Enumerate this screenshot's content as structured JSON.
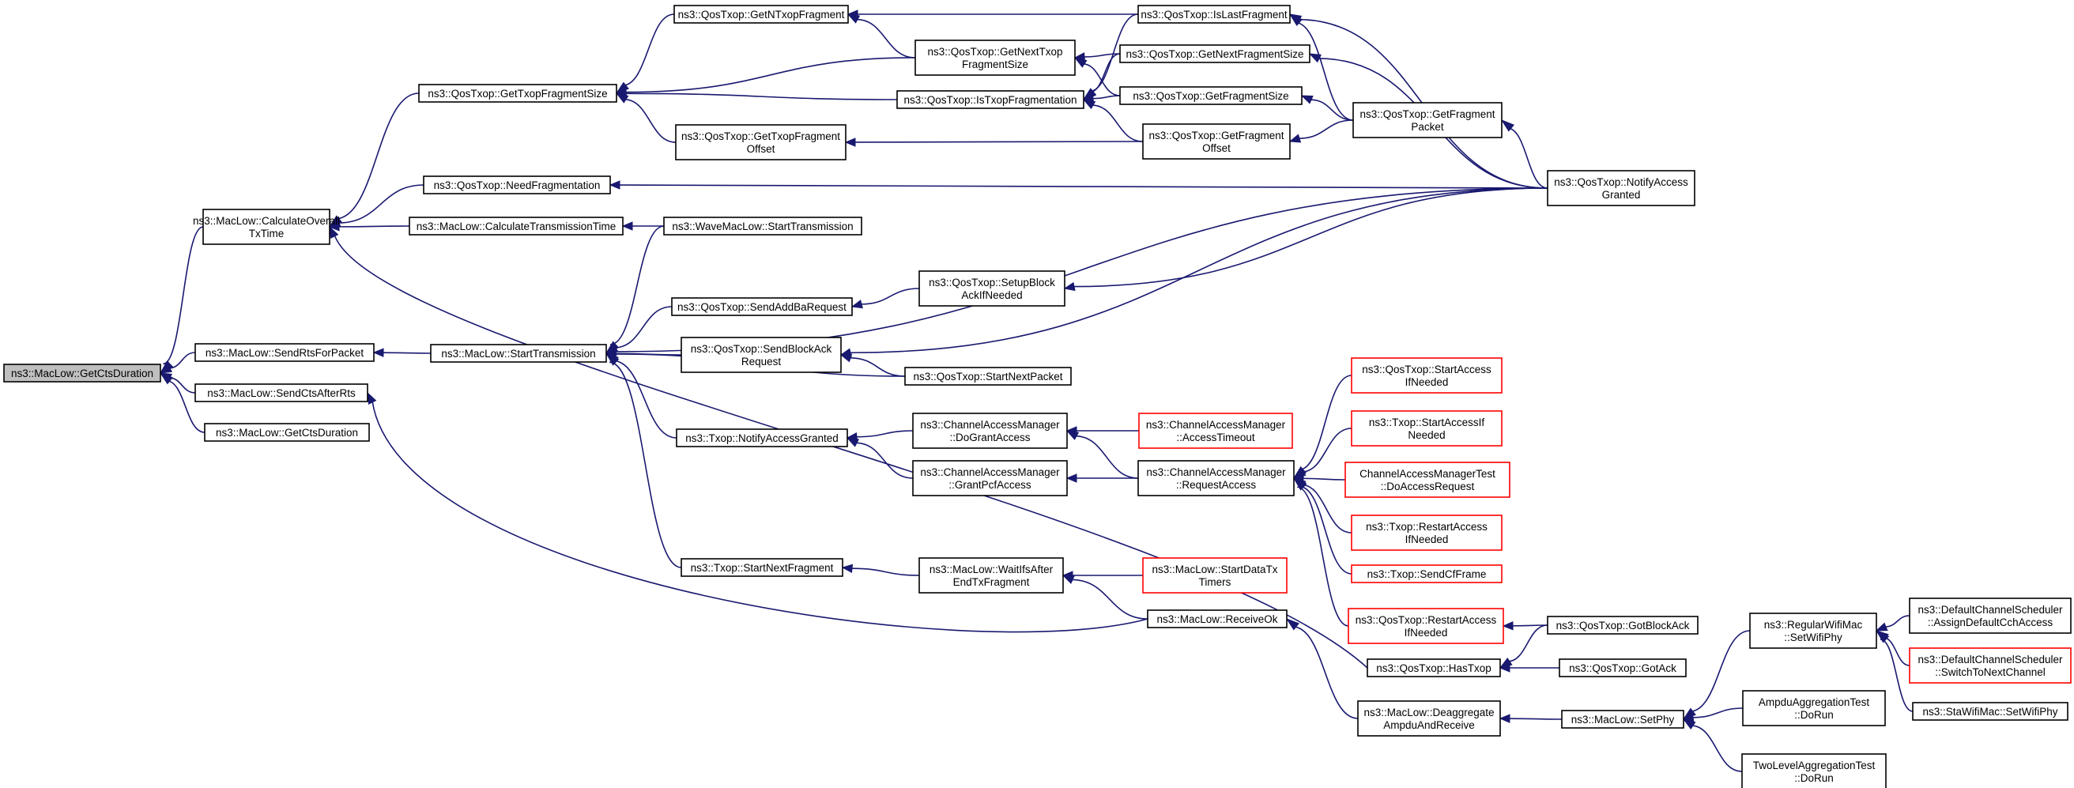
{
  "nodes": [
    {
      "id": "n0",
      "lines": [
        "ns3::MacLow::GetCtsDuration"
      ],
      "border": "gray"
    },
    {
      "id": "n1",
      "lines": [
        "ns3::MacLow::CalculateOverall",
        "TxTime"
      ],
      "border": "black"
    },
    {
      "id": "n2",
      "lines": [
        "ns3::MacLow::SendRtsForPacket"
      ],
      "border": "black"
    },
    {
      "id": "n3",
      "lines": [
        "ns3::MacLow::SendCtsAfterRts"
      ],
      "border": "black"
    },
    {
      "id": "n4",
      "lines": [
        "ns3::MacLow::GetCtsDuration"
      ],
      "border": "black"
    },
    {
      "id": "n5",
      "lines": [
        "ns3::QosTxop::GetTxopFragmentSize"
      ],
      "border": "black"
    },
    {
      "id": "n6",
      "lines": [
        "ns3::QosTxop::NeedFragmentation"
      ],
      "border": "black"
    },
    {
      "id": "n7",
      "lines": [
        "ns3::MacLow::CalculateTransmissionTime"
      ],
      "border": "black"
    },
    {
      "id": "n8",
      "lines": [
        "ns3::MacLow::StartTransmission"
      ],
      "border": "black"
    },
    {
      "id": "n9",
      "lines": [
        "ns3::QosTxop::GetNTxopFragment"
      ],
      "border": "black"
    },
    {
      "id": "n10",
      "lines": [
        "ns3::QosTxop::GetTxopFragment",
        "Offset"
      ],
      "border": "black"
    },
    {
      "id": "n11",
      "lines": [
        "ns3::WaveMacLow::StartTransmission"
      ],
      "border": "black"
    },
    {
      "id": "n12",
      "lines": [
        "ns3::QosTxop::SendAddBaRequest"
      ],
      "border": "black"
    },
    {
      "id": "n13",
      "lines": [
        "ns3::QosTxop::SendBlockAck",
        "Request"
      ],
      "border": "black"
    },
    {
      "id": "n14",
      "lines": [
        "ns3::Txop::NotifyAccessGranted"
      ],
      "border": "black"
    },
    {
      "id": "n15",
      "lines": [
        "ns3::Txop::StartNextFragment"
      ],
      "border": "black"
    },
    {
      "id": "n16",
      "lines": [
        "ns3::QosTxop::GetNextTxop",
        "FragmentSize"
      ],
      "border": "black"
    },
    {
      "id": "n17",
      "lines": [
        "ns3::QosTxop::IsTxopFragmentation"
      ],
      "border": "black"
    },
    {
      "id": "n18",
      "lines": [
        "ns3::QosTxop::SetupBlock",
        "AckIfNeeded"
      ],
      "border": "black"
    },
    {
      "id": "n19",
      "lines": [
        "ns3::QosTxop::StartNextPacket"
      ],
      "border": "black"
    },
    {
      "id": "n20",
      "lines": [
        "ns3::ChannelAccessManager",
        "::DoGrantAccess"
      ],
      "border": "black"
    },
    {
      "id": "n21",
      "lines": [
        "ns3::ChannelAccessManager",
        "::GrantPcfAccess"
      ],
      "border": "black"
    },
    {
      "id": "n22",
      "lines": [
        "ns3::MacLow::WaitIfsAfter",
        "EndTxFragment"
      ],
      "border": "black"
    },
    {
      "id": "n23",
      "lines": [
        "ns3::QosTxop::IsLastFragment"
      ],
      "border": "black"
    },
    {
      "id": "n24",
      "lines": [
        "ns3::QosTxop::GetNextFragmentSize"
      ],
      "border": "black"
    },
    {
      "id": "n25",
      "lines": [
        "ns3::QosTxop::GetFragmentSize"
      ],
      "border": "black"
    },
    {
      "id": "n26",
      "lines": [
        "ns3::QosTxop::GetFragment",
        "Offset"
      ],
      "border": "black"
    },
    {
      "id": "n27",
      "lines": [
        "ns3::ChannelAccessManager",
        "::AccessTimeout"
      ],
      "border": "red"
    },
    {
      "id": "n28",
      "lines": [
        "ns3::ChannelAccessManager",
        "::RequestAccess"
      ],
      "border": "black"
    },
    {
      "id": "n29",
      "lines": [
        "ns3::MacLow::StartDataTx",
        "Timers"
      ],
      "border": "red"
    },
    {
      "id": "n30",
      "lines": [
        "ns3::MacLow::ReceiveOk"
      ],
      "border": "black"
    },
    {
      "id": "n31",
      "lines": [
        "ns3::QosTxop::GetFragment",
        "Packet"
      ],
      "border": "black"
    },
    {
      "id": "n32",
      "lines": [
        "ns3::QosTxop::StartAccess",
        "IfNeeded"
      ],
      "border": "red"
    },
    {
      "id": "n33",
      "lines": [
        "ns3::Txop::StartAccessIf",
        "Needed"
      ],
      "border": "red"
    },
    {
      "id": "n34",
      "lines": [
        "ChannelAccessManagerTest",
        "::DoAccessRequest"
      ],
      "border": "red"
    },
    {
      "id": "n35",
      "lines": [
        "ns3::Txop::RestartAccess",
        "IfNeeded"
      ],
      "border": "red"
    },
    {
      "id": "n36",
      "lines": [
        "ns3::Txop::SendCfFrame"
      ],
      "border": "red"
    },
    {
      "id": "n37",
      "lines": [
        "ns3::QosTxop::RestartAccess",
        "IfNeeded"
      ],
      "border": "red"
    },
    {
      "id": "n38",
      "lines": [
        "ns3::QosTxop::HasTxop"
      ],
      "border": "black"
    },
    {
      "id": "n39",
      "lines": [
        "ns3::MacLow::Deaggregate",
        "AmpduAndReceive"
      ],
      "border": "black"
    },
    {
      "id": "n40",
      "lines": [
        "ns3::QosTxop::NotifyAccess",
        "Granted"
      ],
      "border": "black"
    },
    {
      "id": "n41",
      "lines": [
        "ns3::QosTxop::GotBlockAck"
      ],
      "border": "black"
    },
    {
      "id": "n42",
      "lines": [
        "ns3::QosTxop::GotAck"
      ],
      "border": "black"
    },
    {
      "id": "n43",
      "lines": [
        "ns3::MacLow::SetPhy"
      ],
      "border": "black"
    },
    {
      "id": "n44",
      "lines": [
        "ns3::RegularWifiMac",
        "::SetWifiPhy"
      ],
      "border": "black"
    },
    {
      "id": "n45",
      "lines": [
        "AmpduAggregationTest",
        "::DoRun"
      ],
      "border": "black"
    },
    {
      "id": "n46",
      "lines": [
        "TwoLevelAggregationTest",
        "::DoRun"
      ],
      "border": "black"
    },
    {
      "id": "n47",
      "lines": [
        "ns3::DefaultChannelScheduler",
        "::AssignDefaultCchAccess"
      ],
      "border": "black"
    },
    {
      "id": "n48",
      "lines": [
        "ns3::DefaultChannelScheduler",
        "::SwitchToNextChannel"
      ],
      "border": "red"
    },
    {
      "id": "n49",
      "lines": [
        "ns3::StaWifiMac::SetWifiPhy"
      ],
      "border": "black"
    }
  ],
  "edges": [
    [
      "n0",
      "n1"
    ],
    [
      "n0",
      "n2"
    ],
    [
      "n0",
      "n3"
    ],
    [
      "n0",
      "n4"
    ],
    [
      "n1",
      "n5"
    ],
    [
      "n1",
      "n6"
    ],
    [
      "n1",
      "n7"
    ],
    [
      "n1",
      "n38"
    ],
    [
      "n2",
      "n8"
    ],
    [
      "n3",
      "n30"
    ],
    [
      "n5",
      "n9"
    ],
    [
      "n5",
      "n16"
    ],
    [
      "n5",
      "n17"
    ],
    [
      "n5",
      "n10"
    ],
    [
      "n6",
      "n40"
    ],
    [
      "n7",
      "n11"
    ],
    [
      "n8",
      "n11"
    ],
    [
      "n8",
      "n40"
    ],
    [
      "n8",
      "n12"
    ],
    [
      "n8",
      "n13"
    ],
    [
      "n8",
      "n19"
    ],
    [
      "n8",
      "n14"
    ],
    [
      "n8",
      "n15"
    ],
    [
      "n9",
      "n23"
    ],
    [
      "n9",
      "n16"
    ],
    [
      "n10",
      "n26"
    ],
    [
      "n12",
      "n18"
    ],
    [
      "n13",
      "n40"
    ],
    [
      "n13",
      "n19"
    ],
    [
      "n14",
      "n20"
    ],
    [
      "n14",
      "n21"
    ],
    [
      "n15",
      "n22"
    ],
    [
      "n16",
      "n24"
    ],
    [
      "n16",
      "n25"
    ],
    [
      "n17",
      "n23"
    ],
    [
      "n17",
      "n24"
    ],
    [
      "n17",
      "n25"
    ],
    [
      "n17",
      "n26"
    ],
    [
      "n18",
      "n40"
    ],
    [
      "n20",
      "n27"
    ],
    [
      "n20",
      "n28"
    ],
    [
      "n21",
      "n28"
    ],
    [
      "n22",
      "n29"
    ],
    [
      "n22",
      "n30"
    ],
    [
      "n23",
      "n40"
    ],
    [
      "n23",
      "n31"
    ],
    [
      "n24",
      "n40"
    ],
    [
      "n25",
      "n31"
    ],
    [
      "n26",
      "n31"
    ],
    [
      "n28",
      "n32"
    ],
    [
      "n28",
      "n33"
    ],
    [
      "n28",
      "n34"
    ],
    [
      "n28",
      "n35"
    ],
    [
      "n28",
      "n36"
    ],
    [
      "n28",
      "n37"
    ],
    [
      "n30",
      "n39"
    ],
    [
      "n31",
      "n40"
    ],
    [
      "n37",
      "n41"
    ],
    [
      "n38",
      "n41"
    ],
    [
      "n38",
      "n42"
    ],
    [
      "n39",
      "n43"
    ],
    [
      "n43",
      "n44"
    ],
    [
      "n43",
      "n45"
    ],
    [
      "n43",
      "n46"
    ],
    [
      "n44",
      "n47"
    ],
    [
      "n44",
      "n48"
    ],
    [
      "n44",
      "n49"
    ]
  ],
  "colors": {
    "edge": "#191970",
    "node_border": "#000000",
    "highlight_border": "#ff0000",
    "root_fill": "#bfbfbf"
  }
}
